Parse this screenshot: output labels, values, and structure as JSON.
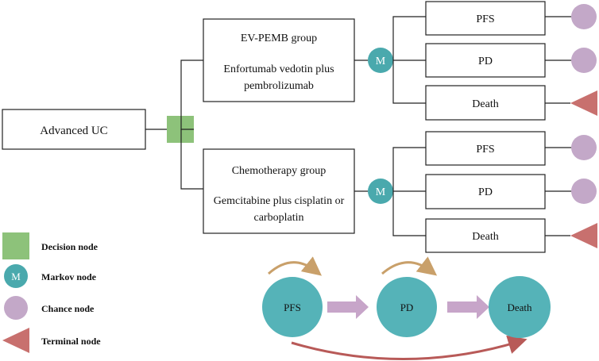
{
  "root": {
    "label": "Advanced UC"
  },
  "groups": [
    {
      "title": "EV-PEMB group",
      "line1": "Enfortumab vedotin plus",
      "line2": "pembrolizumab"
    },
    {
      "title": "Chemotherapy group",
      "line1": "Gemcitabine plus cisplatin or",
      "line2": "carboplatin"
    }
  ],
  "markov_symbol": "M",
  "states": [
    "PFS",
    "PD",
    "Death"
  ],
  "legend": [
    {
      "shape": "square",
      "label": "Decision node"
    },
    {
      "shape": "markov",
      "label": "Markov node"
    },
    {
      "shape": "circle",
      "label": "Chance node"
    },
    {
      "shape": "triangle",
      "label": "Terminal node"
    }
  ],
  "transition_states": [
    "PFS",
    "PD",
    "Death"
  ],
  "colors": {
    "decision": "#8dc27a",
    "markov": "#4aa9ad",
    "chance": "#c3a8c8",
    "terminal": "#c8706e",
    "transition_circle": "#55b3b8",
    "arrow": "#c7a5c9",
    "loop_arrow": "#c9a06a",
    "back_arrow": "#b85a58"
  }
}
